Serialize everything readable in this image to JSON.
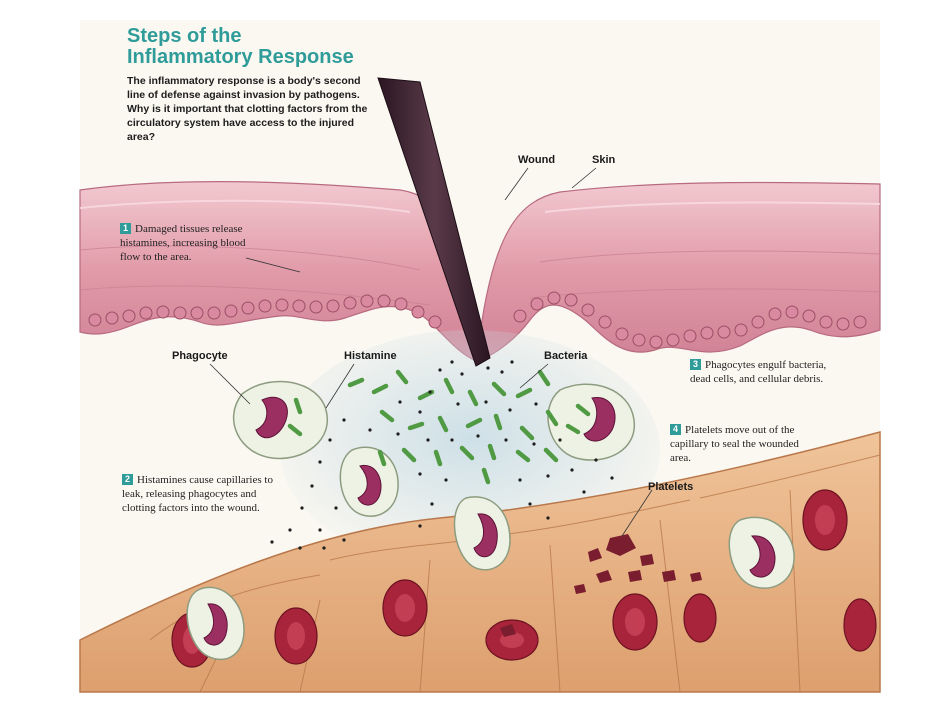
{
  "title_line1": "Steps of the",
  "title_line2": "Inflammatory Response",
  "intro": "The inflammatory response is a body's second line of defense against invasion by pathogens. Why is it important that clotting factors from the circulatory system have access to the injured area?",
  "labels": {
    "wound": "Wound",
    "skin": "Skin",
    "phagocyte": "Phagocyte",
    "histamine": "Histamine",
    "bacteria": "Bacteria",
    "platelets": "Platelets"
  },
  "steps": [
    {
      "num": "1",
      "text": "Damaged tissues release histamines, increasing blood flow to the area."
    },
    {
      "num": "2",
      "text": "Histamines cause capillaries to leak, releasing phagocytes and clotting factors into the wound."
    },
    {
      "num": "3",
      "text": "Phagocytes engulf bacteria, dead cells, and cellular debris."
    },
    {
      "num": "4",
      "text": "Platelets move out of the capillary to seal the wounded area."
    }
  ],
  "colors": {
    "accent": "#2f9c9a",
    "skin": "#e2a5b0",
    "capillary": "#e8b68a",
    "red_cell": "#a8243a",
    "phagocyte_nucleus": "#9b2f62",
    "bacteria": "#4f9a42",
    "splinter": "#3a2230"
  }
}
